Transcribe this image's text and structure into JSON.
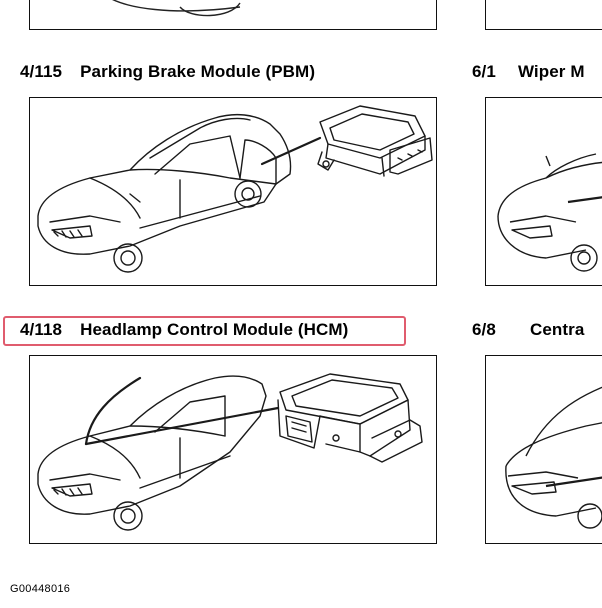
{
  "sections": [
    {
      "number": "4/115",
      "title": "Parking Brake Module (PBM)"
    },
    {
      "number": "6/1",
      "title": "Wiper M"
    },
    {
      "number": "4/118",
      "title": "Headlamp Control Module (HCM)"
    },
    {
      "number": "6/8",
      "title": "Centra"
    }
  ],
  "figure_id": "G00448016",
  "highlight_color": "#e05c6e"
}
